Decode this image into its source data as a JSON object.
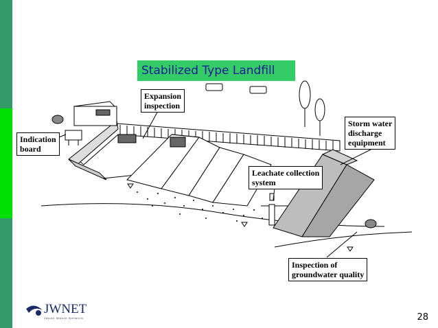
{
  "title": "Stabilized Type Landfill",
  "labels": {
    "expansion": "Expansion\ninspection",
    "indication": "Indication\nboard",
    "storm": "Storm water\ndischarge\nequipment",
    "leachate": "Leachate collection\nsystem",
    "groundwater": "Inspection of\ngroundwater quality"
  },
  "logo": {
    "name": "JWNET",
    "tagline": "Japan Waste Network"
  },
  "page_number": "28",
  "colors": {
    "sidebar": "#339966",
    "sidebar_accent": "#00e000",
    "title_bg": "#33cc66",
    "title_text": "#1a1a99"
  }
}
